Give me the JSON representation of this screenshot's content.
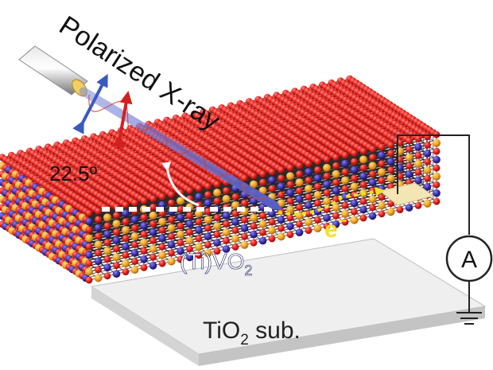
{
  "beam_label": "Polarized X-ray",
  "angle_label": "22.5º",
  "film_label": "(Ti)VO",
  "film_label_sub": "2",
  "electron_label": "e",
  "electron_sup": "−",
  "substrate_label": "TiO",
  "substrate_label_sub": "2",
  "substrate_label_suffix": " sub.",
  "meter_label": "A",
  "colors": {
    "oxygen": "#e8201c",
    "oxygen_dark": "#a80d0a",
    "vanadium": "#3a2fa0",
    "titanium": "#f0a020",
    "bond": "#2a2a2a",
    "electron_path": "#f4e020",
    "beam": "#5560c8",
    "polarization_blue": "#3a5ac0",
    "polarization_red": "#d22020",
    "electrode": "#f3e5b4",
    "substrate_top": "#eeeeee",
    "substrate_side": "#cfcfcf",
    "wire": "#222222"
  }
}
